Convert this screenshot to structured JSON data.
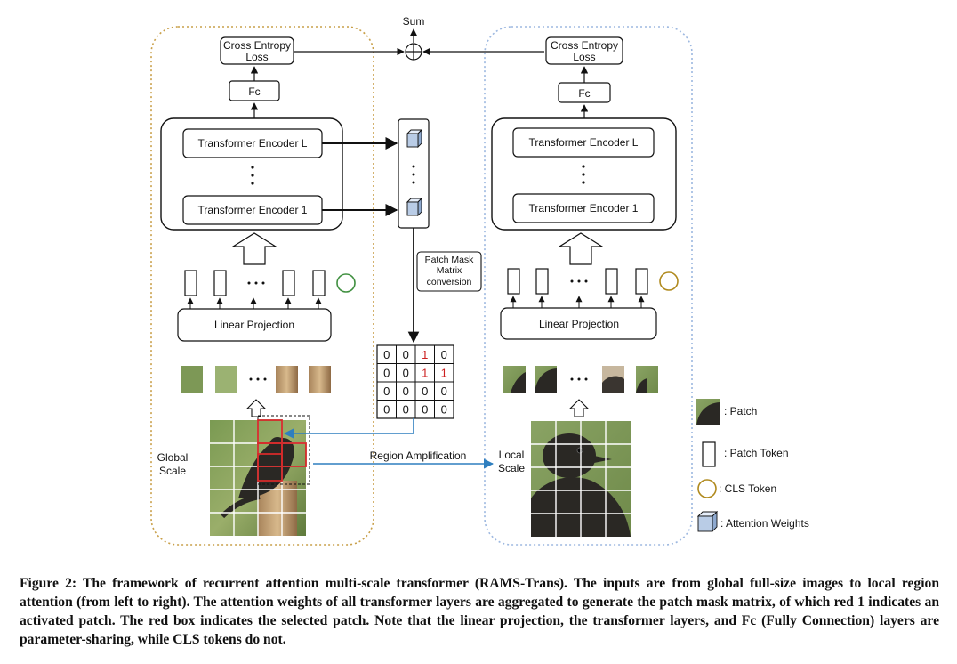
{
  "labels": {
    "sum": "Sum",
    "cross_entropy_left": [
      "Cross Entropy",
      "Loss"
    ],
    "cross_entropy_right": [
      "Cross Entropy",
      "Loss"
    ],
    "fc_left": "Fc",
    "fc_right": "Fc",
    "encoder_l_left": "Transformer Encoder L",
    "encoder_1_left": "Transformer Encoder 1",
    "encoder_l_right": "Transformer Encoder L",
    "encoder_1_right": "Transformer Encoder 1",
    "patch_mask_conversion": [
      "Patch Mask",
      "Matrix",
      "conversion"
    ],
    "linear_projection_left": "Linear Projection",
    "linear_projection_right": "Linear Projection",
    "global_scale": [
      "Global",
      "Scale"
    ],
    "local_scale": [
      "Local",
      "Scale"
    ],
    "region_amplification": "Region Amplification"
  },
  "legend": [
    {
      "key": "patch",
      "label": ": Patch"
    },
    {
      "key": "patch-token",
      "label": ": Patch Token"
    },
    {
      "key": "cls-token",
      "label": ": CLS Token"
    },
    {
      "key": "attention-weights",
      "label": ": Attention Weights"
    }
  ],
  "mask_matrix": [
    [
      "0",
      "0",
      "1",
      "0"
    ],
    [
      "0",
      "0",
      "1",
      "1"
    ],
    [
      "0",
      "0",
      "0",
      "0"
    ],
    [
      "0",
      "0",
      "0",
      "0"
    ]
  ],
  "mask_matrix_active": [
    [
      0,
      2
    ],
    [
      1,
      2
    ],
    [
      1,
      3
    ]
  ],
  "colors": {
    "global_frame": "#c9a04a",
    "local_frame": "#9db8e0",
    "arrow_blue": "#2f7fbf",
    "selected_patch_red": "#d42a2a",
    "cls_left": "#3f8f3f",
    "cls_right": "#b08a1e",
    "attention_cube": "#b9cce6"
  },
  "caption": "Figure 2: The framework of recurrent attention multi-scale transformer (RAMS-Trans). The inputs are from global full-size images to local region attention (from left to right). The attention weights of all transformer layers are aggregated to generate the patch mask matrix, of which red 1 indicates an activated patch. The red box indicates the selected patch. Note that the linear projection, the transformer layers, and Fc (Fully Connection) layers are parameter-sharing, while CLS tokens do not."
}
